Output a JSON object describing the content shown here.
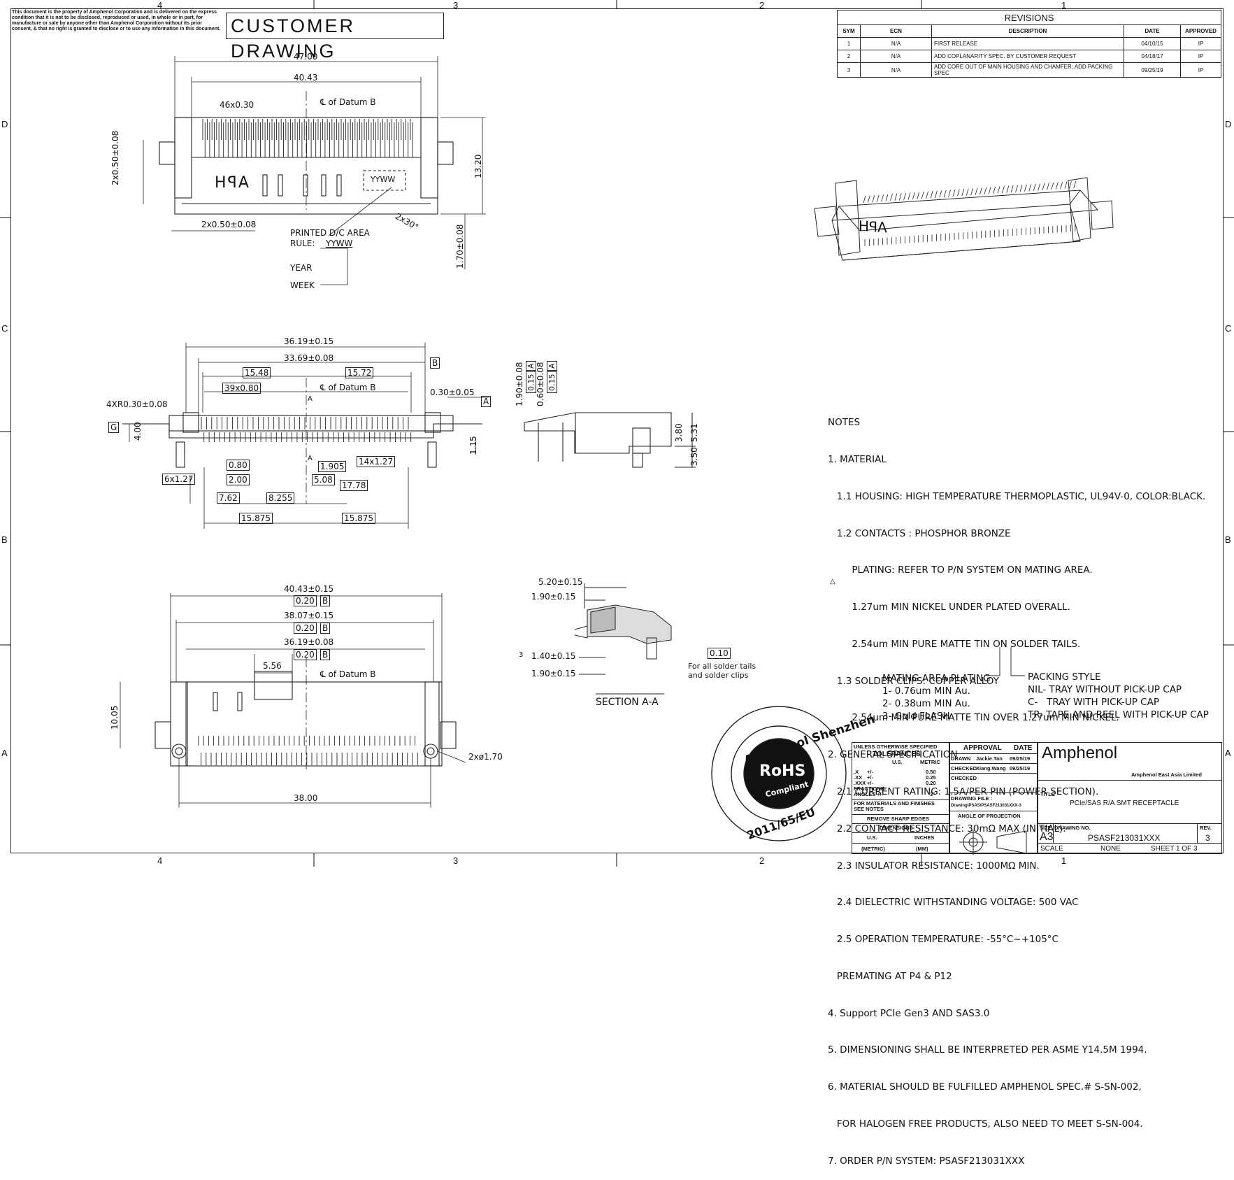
{
  "disclaimer": "This document is the property of Amphenol Corporation and is delivered on the express condition that it is not to be disclosed, reproduced or used, in whole or in part, for manufacture or sale by anyone other than Amphenol Corporation without its prior consent, & that no right is granted to disclose or to use any information in this document.",
  "drawing_type": "CUSTOMER DRAWING",
  "zones": {
    "columns": [
      "4",
      "3",
      "2",
      "1"
    ],
    "rows": [
      "D",
      "C",
      "B",
      "A"
    ]
  },
  "revisions": {
    "title": "REVISIONS",
    "headers": [
      "SYM",
      "ECN",
      "DESCRIPTION",
      "DATE",
      "APPROVED"
    ],
    "rows": [
      [
        "1",
        "N/A",
        "FIRST RELEASE",
        "04/10/15",
        "IP"
      ],
      [
        "2",
        "N/A",
        "ADD COPLANARITY SPEC. BY CUSTOMER REQUEST",
        "04/18/17",
        "IP"
      ],
      [
        "3",
        "N/A",
        "ADD CORE OUT OF MAIN HOUSING AND CHAMFER; ADD PACKING SPEC",
        "09/25/19",
        "IP"
      ]
    ]
  },
  "top_view": {
    "dim_47": "47.00",
    "dim_4043": "40.43",
    "pitch": "46x0.30",
    "datum": "℄ of Datum B",
    "left_vert": "2x0.50±0.08",
    "right_vert": "13.20",
    "bottom_left": "2x0.50±0.08",
    "angle": "2x30°",
    "dc_code": "YYWW",
    "printed_label": "PRINTED D/C AREA",
    "rule_label": "RULE:",
    "rule_value": "YYWW",
    "year": "YEAR",
    "week": "WEEK",
    "right_lower": "1.70±0.08",
    "mark": "APH"
  },
  "front_view": {
    "d1": "36.19±0.15",
    "d2": "33.69±0.08",
    "datum_b": "B",
    "d3": "15.48",
    "d4": "15.72",
    "d5": "39x0.80",
    "datum": "℄ of Datum B",
    "d6": "0.30±0.05",
    "datum_a": "A",
    "radius": "4XR0.30±0.08",
    "datum_g": "G",
    "h1": "4.00",
    "h2": "1.15",
    "sec_a": "A",
    "d7": "0.80",
    "d8": "1.905",
    "d9": "14x1.27",
    "d10": "6x1.27",
    "d11": "2.00",
    "d12": "5.08",
    "d13": "17.78",
    "d14": "7.62",
    "d15": "8.255",
    "d16": "15.875",
    "d17": "15.875"
  },
  "side_view": {
    "v1": "1.90±0.08",
    "v2": "0.60±0.08",
    "tol": "0.15",
    "ref": "A",
    "h1": "3.80",
    "h2": "5.31",
    "h3": "3.50"
  },
  "bottom_view": {
    "d1": "40.43±0.15",
    "d2": "38.07±0.15",
    "d3": "36.19±0.08",
    "tol": "0.20",
    "ref": "B",
    "d4": "5.56",
    "datum": "℄ of Datum B",
    "h": "10.05",
    "hole": "2xø1.70",
    "d5": "38.00"
  },
  "section": {
    "d1": "5.20±0.15",
    "d2": "1.90±0.15",
    "d3": "1.40±0.15",
    "d4": "1.90±0.15",
    "flat": "0.10",
    "note": "For all solder tails\nand solder clips",
    "title": "SECTION A-A",
    "rev_flag": "3"
  },
  "notes": [
    "NOTES",
    "1. MATERIAL",
    "   1.1 HOUSING: HIGH TEMPERATURE THERMOPLASTIC, UL94V-0, COLOR:BLACK.",
    "   1.2 CONTACTS : PHOSPHOR BRONZE",
    "        PLATING: REFER TO P/N SYSTEM ON MATING AREA.",
    "        1.27um MIN NICKEL UNDER PLATED OVERALL.",
    "        2.54um MIN PURE MATTE TIN ON SOLDER TAILS.",
    "   1.3 SOLDER CLIPS: COPPER ALLOY",
    "        2.54um MIN PURE MATTE TIN OVER 1.27um MIN NICKEL.",
    "2. GENERAL SPECIFICATION",
    "   2.1 CURRENT RATING: 1.5A/PER PIN (POWER SECTION).",
    "   2.2 CONTACT RESISTANCE: 30mΩ MAX (INITIAL).",
    "   2.3 INSULATOR RESISTANCE: 1000MΩ MIN.",
    "   2.4 DIELECTRIC WITHSTANDING VOLTAGE: 500 VAC",
    "   2.5 OPERATION TEMPERATURE: -55°C~+105°C",
    "   PREMATING AT P4 & P12",
    "4. Support PCIe Gen3 AND SAS3.0",
    "5. DIMENSIONING SHALL BE INTERPRETED PER ASME Y14.5M 1994.",
    "6. MATERIAL SHOULD BE FULFILLED AMPHENOL SPEC.# S-SN-002,",
    "   FOR HALOGEN FREE PRODUCTS, ALSO NEED TO MEET S-SN-004.",
    "7. ORDER P/N SYSTEM: PSASF213031XXX"
  ],
  "ordering": {
    "plating_title": "MATING AREA PLATING",
    "plating": [
      "1- 0.76um MIN Au.",
      "2- 0.38um MIN Au.",
      "3- Gold FLASH"
    ],
    "packing_title": "PACKING STYLE",
    "packing": [
      "NIL- TRAY WITHOUT PICK-UP CAP",
      "C-   TRAY WITH PICK-UP CAP",
      "TR- TAPE AND REEL WITH PICK-UP CAP"
    ]
  },
  "seal": {
    "top": "Amphenol Shenzhen",
    "center": "RoHS",
    "bottom": "Compliant",
    "year": "2011/65/EU"
  },
  "title_block": {
    "tol_header": "UNLESS OTHERWISE SPECIFIED",
    "tol_title": "TOLERANCES",
    "us": "U.S.",
    "metric": "METRIC",
    "tol_rows": [
      [
        ".X",
        "+/-",
        "0.50"
      ],
      [
        ".XX",
        "+/-",
        "0.25"
      ],
      [
        ".XXX",
        "+/-",
        "0.20"
      ],
      [
        "FRACTIONS",
        "+/-",
        ""
      ],
      [
        "ANGLES",
        "+/-",
        "3°"
      ]
    ],
    "materials": "FOR MATERIALS AND FINISHES SEE NOTES",
    "sharp": "REMOVE SHARP EDGES",
    "dimensions": "DIMENSIONS",
    "us2": "U.S.",
    "inches": "INCHES",
    "metric2": "(METRIC)",
    "mm": "(MM)",
    "approval": "APPROVAL",
    "date": "DATE",
    "drawn": "DRAWN",
    "drawn_by": "Jackie.Tan",
    "drawn_date": "09/25/19",
    "checked": "CHECKED",
    "checked_by": "Xiang.Wang",
    "checked_date": "09/25/19",
    "checked2": "CHECKED",
    "drawing_file_label": "DRAWING FILE :",
    "drawing_file": "Drawing\\PSAS\\PSASF213031XXX-3",
    "projection": "ANGLE OF PROJECTION",
    "company": "Amphenol",
    "division": "Amphenol East Asia Limited",
    "title_label": "TITLE",
    "title": "PCIe/SAS R/A SMT RECEPTACLE",
    "size_label": "SIZE",
    "size": "A3",
    "dwg_label": "DRAWING NO.",
    "dwg": "PSASF213031XXX",
    "rev_label": "REV.",
    "rev": "3",
    "scale_label": "SCALE",
    "scale": "NONE",
    "sheet": "SHEET 1 OF 3"
  }
}
